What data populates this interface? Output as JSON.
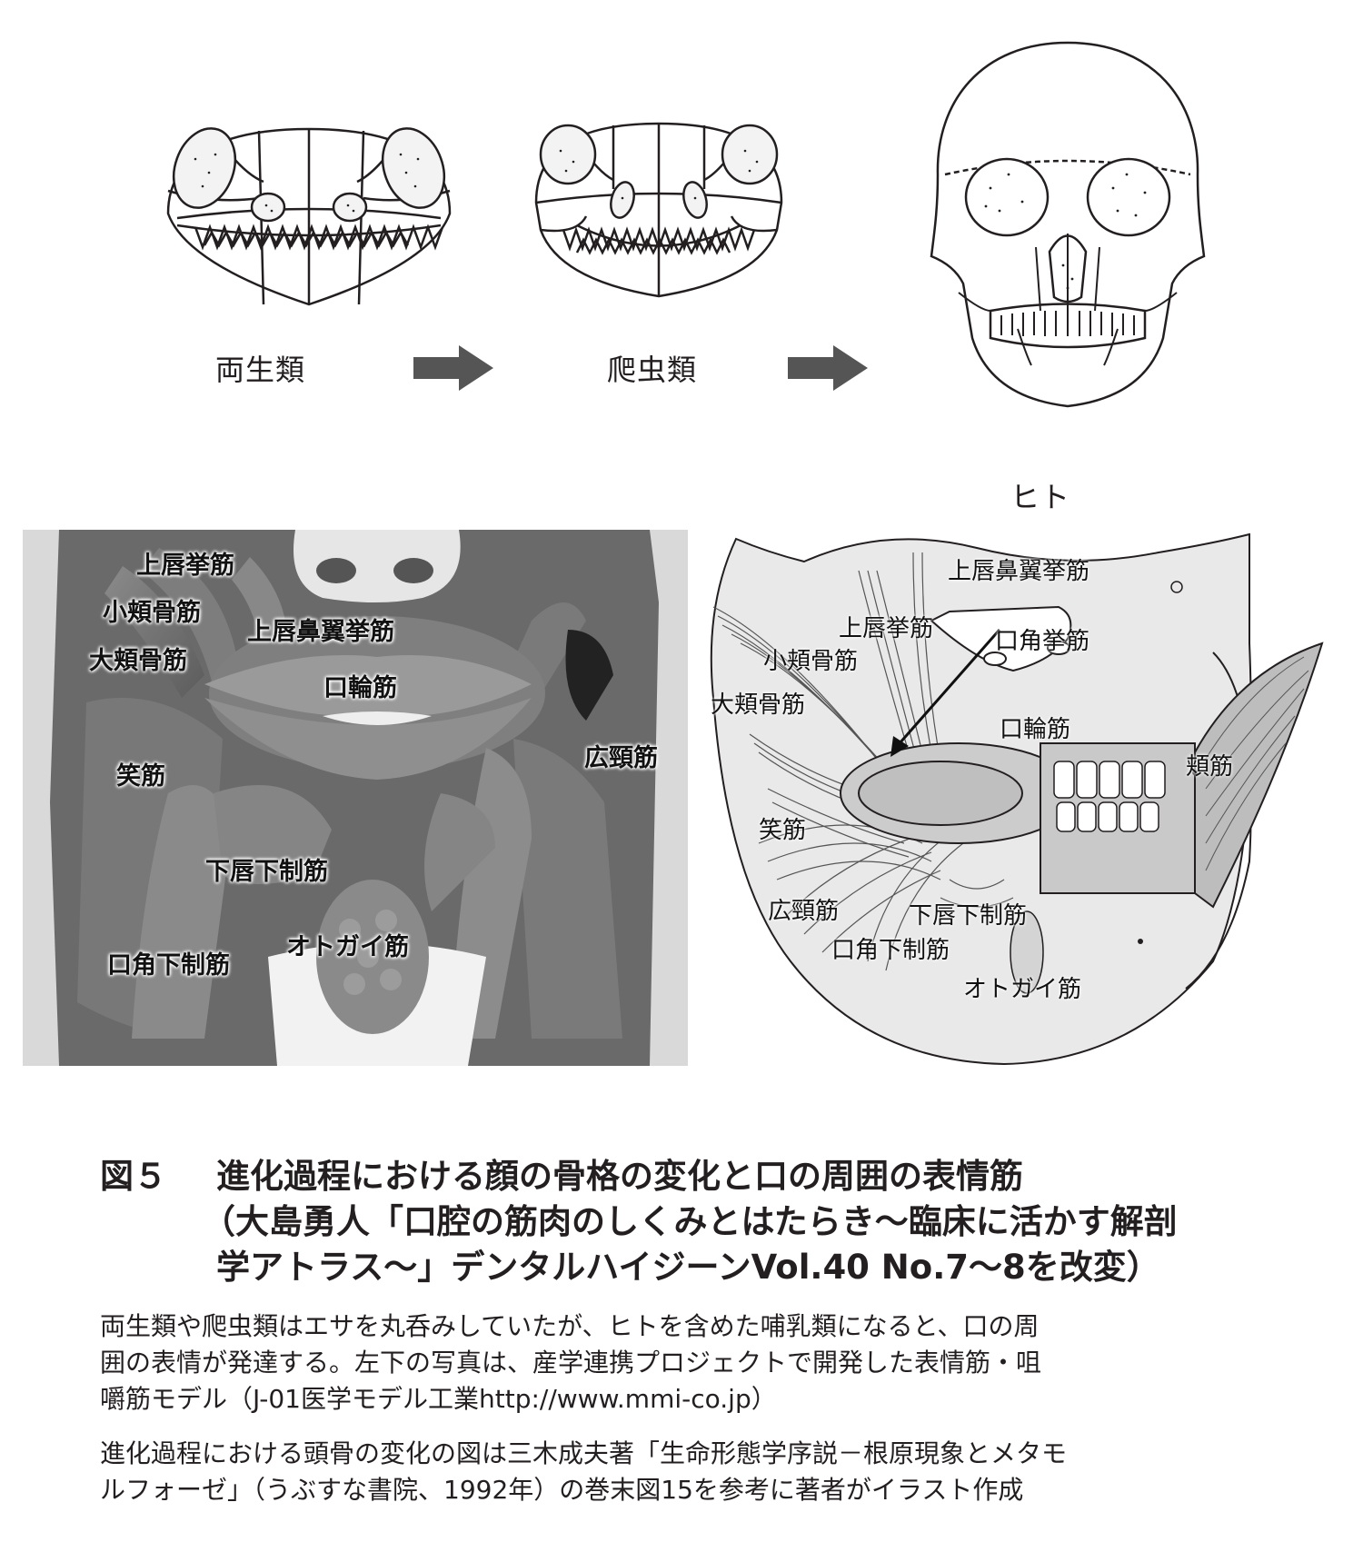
{
  "top": {
    "amphibian_label": "両生類",
    "reptile_label": "爬虫類",
    "human_label": "ヒト"
  },
  "photo_labels": {
    "levator_labii_superioris": "上唇挙筋",
    "zygomaticus_minor": "小頬骨筋",
    "levator_labii_sup_alaeque_nasi": "上唇鼻翼挙筋",
    "zygomaticus_major": "大頬骨筋",
    "orbicularis_oris": "口輪筋",
    "platysma": "広頸筋",
    "risorius": "笑筋",
    "depressor_labii_inferioris": "下唇下制筋",
    "mentalis": "オトガイ筋",
    "depressor_anguli_oris": "口角下制筋"
  },
  "drawing_labels": {
    "levator_labii_sup_alaeque_nasi": "上唇鼻翼挙筋",
    "levator_labii_superioris": "上唇挙筋",
    "levator_anguli_oris": "口角挙筋",
    "zygomaticus_minor": "小頬骨筋",
    "zygomaticus_major": "大頬骨筋",
    "orbicularis_oris": "口輪筋",
    "buccinator": "頬筋",
    "risorius": "笑筋",
    "platysma": "広頸筋",
    "depressor_labii_inferioris": "下唇下制筋",
    "depressor_anguli_oris": "口角下制筋",
    "mentalis": "オトガイ筋"
  },
  "caption": {
    "figure_number": "図５",
    "title_line1": "進化過程における顔の骨格の変化と口の周囲の表情筋",
    "title_line2": "（大島勇人「口腔の筋肉のしくみとはたらき～臨床に活かす解剖",
    "title_line3": "学アトラス～」デンタルハイジーンVol.40 No.7～8を改変）",
    "para1_line1": "両生類や爬虫類はエサを丸呑みしていたが、ヒトを含めた哺乳類になると、口の周",
    "para1_line2": "囲の表情が発達する。左下の写真は、産学連携プロジェクトで開発した表情筋・咀",
    "para1_line3": "嚼筋モデル（J-01医学モデル工業http://www.mmi-co.jp）",
    "para2_line1": "進化過程における頭骨の変化の図は三木成夫著「生命形態学序説－根原現象とメタモ",
    "para2_line2": "ルフォーゼ」（うぶすな書院、1992年）の巻末図15を参考に著者がイラスト作成"
  },
  "colors": {
    "photo_bg": "#6f6f6f",
    "drawing_fill": "#e9e9e9",
    "arrow_fill": "#555555",
    "ink": "#231f20"
  }
}
